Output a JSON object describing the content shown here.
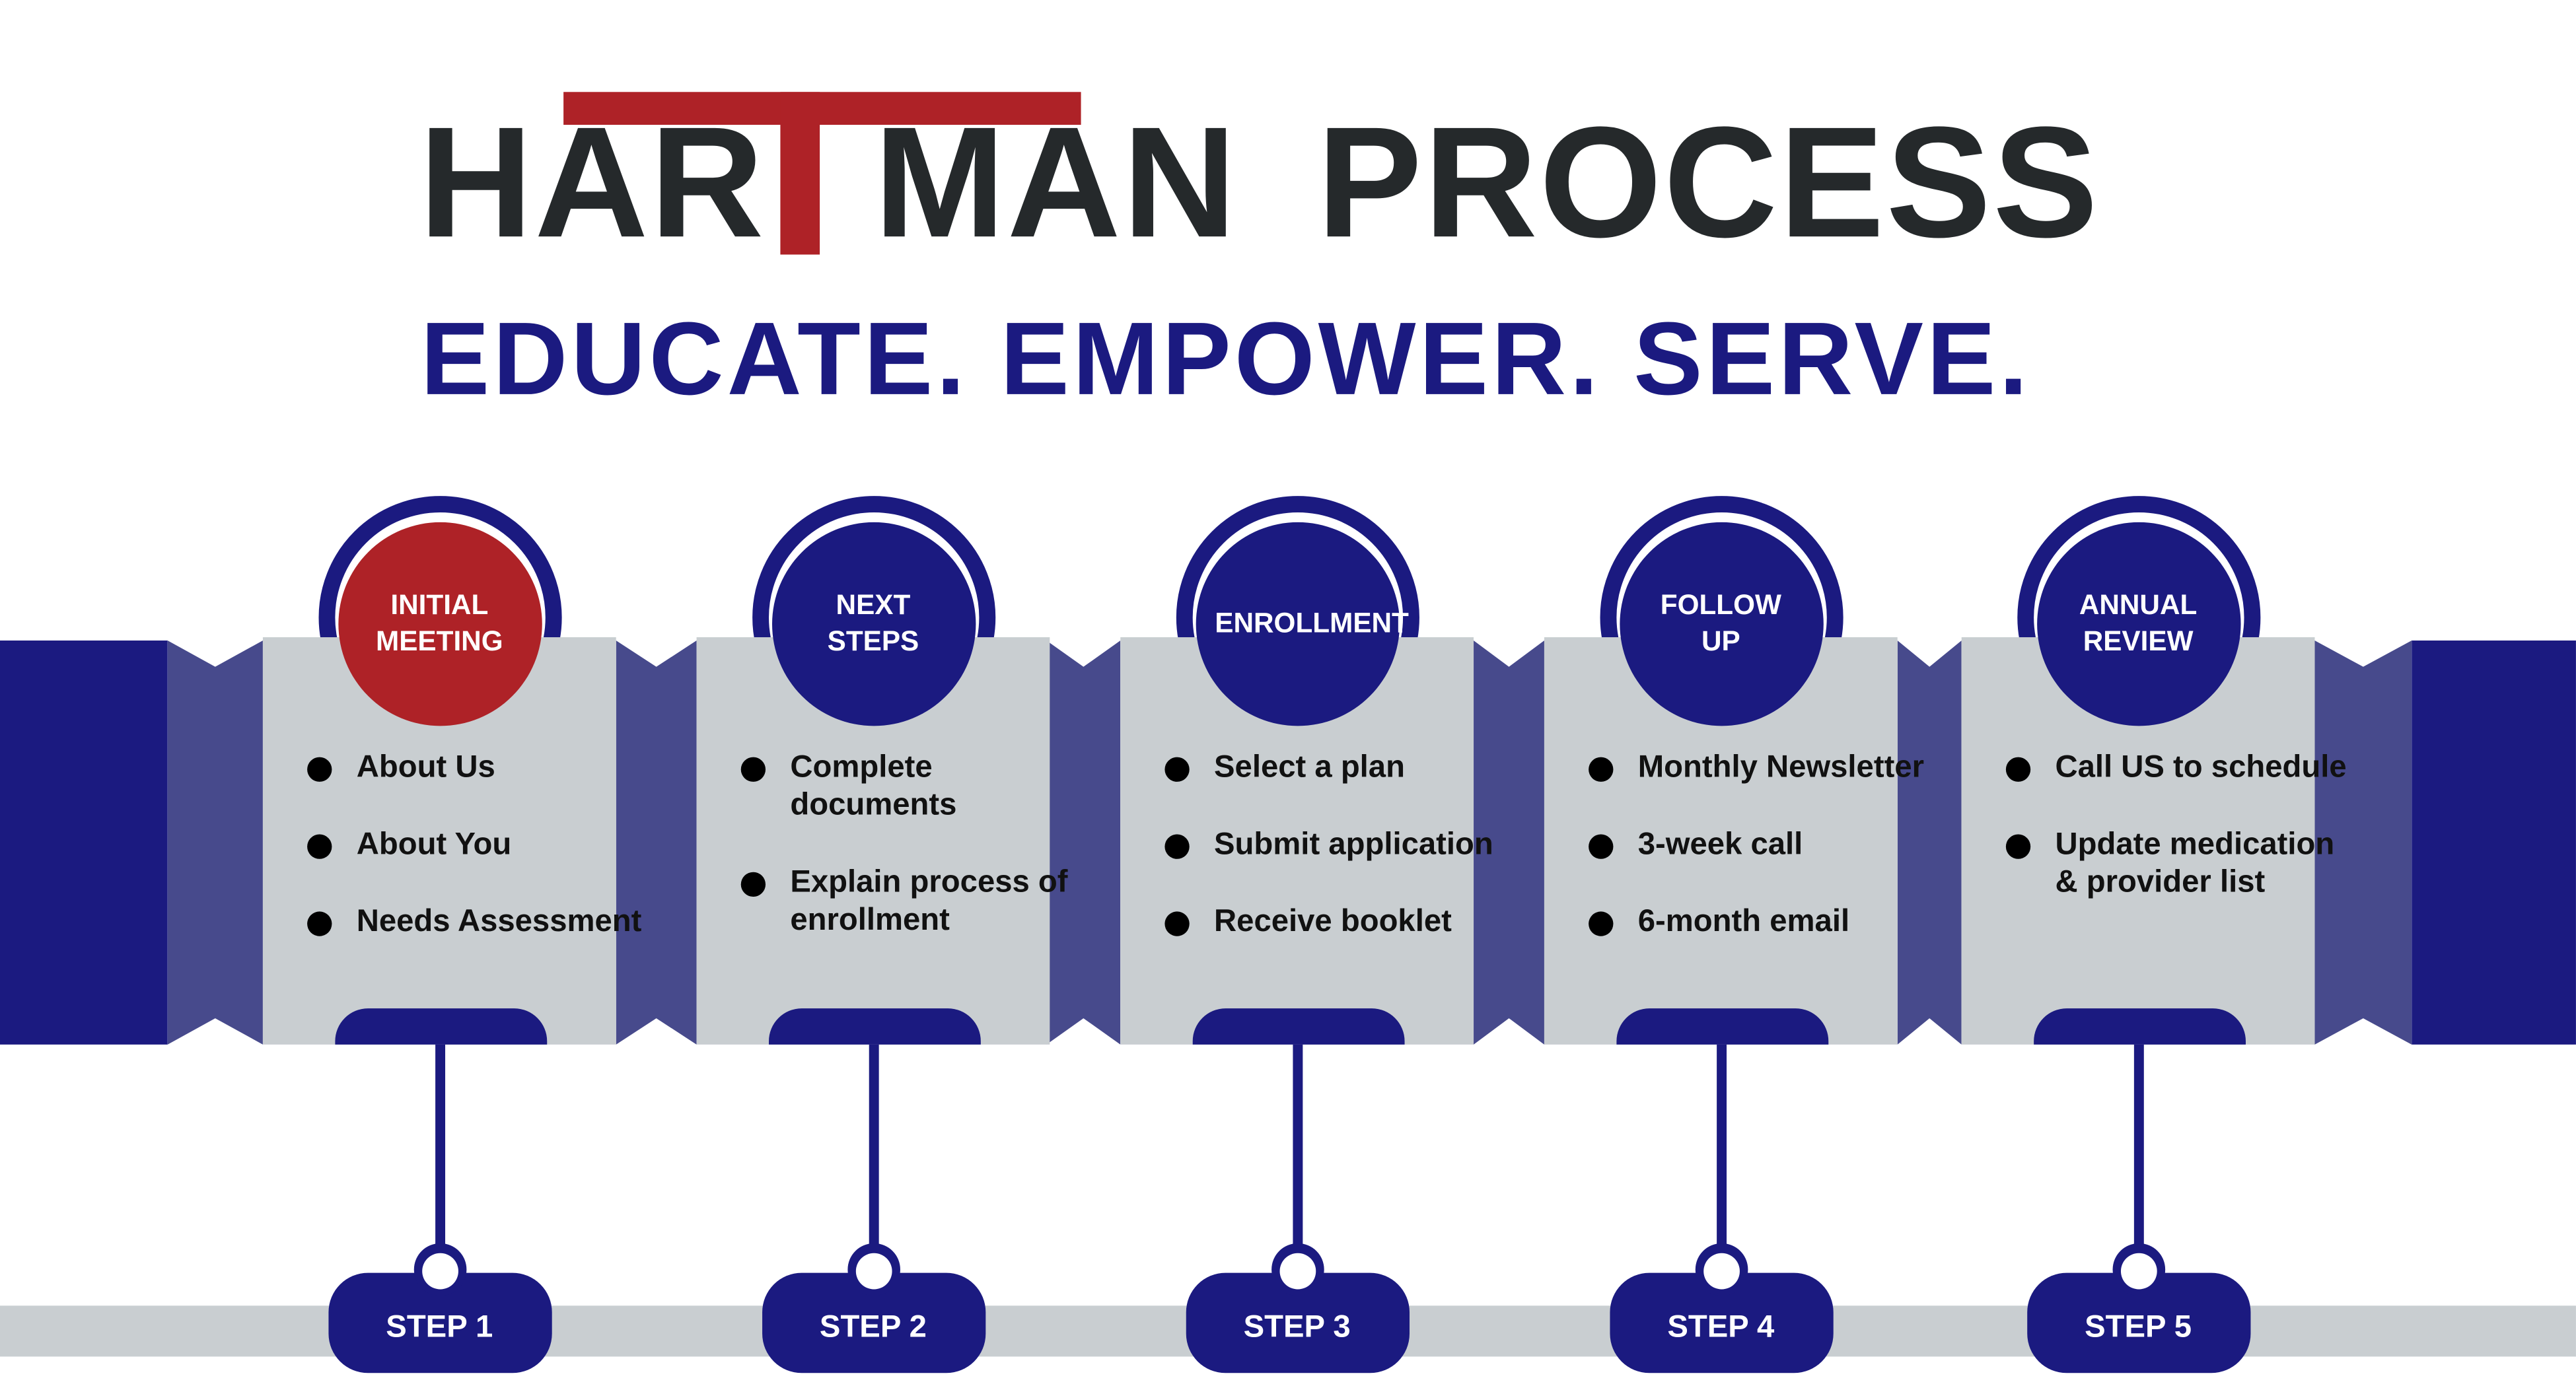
{
  "header": {
    "title_part1": "HAR",
    "title_part2": "MAN",
    "title_part3": "PROCESS",
    "logo_letter": "T",
    "tagline": "EDUCATE. EMPOWER. SERVE."
  },
  "colors": {
    "navy": "#1b1a80",
    "red": "#ae2227",
    "gray": "#c9ced1",
    "connector": "#474a8c"
  },
  "steps": [
    {
      "title": "INITIAL MEETING",
      "step_label": "STEP 1",
      "highlight": true,
      "items": [
        "About Us",
        "About You",
        "Needs Assessment"
      ]
    },
    {
      "title": "NEXT STEPS",
      "step_label": "STEP 2",
      "highlight": false,
      "items": [
        "Complete documents",
        "Explain process of enrollment"
      ]
    },
    {
      "title": "ENROLLMENT",
      "step_label": "STEP 3",
      "highlight": false,
      "items": [
        "Select a plan",
        "Submit application",
        "Receive booklet"
      ]
    },
    {
      "title": "FOLLOW UP",
      "step_label": "STEP 4",
      "highlight": false,
      "items": [
        "Monthly Newsletter",
        "3-week call",
        "6-month email"
      ]
    },
    {
      "title": "ANNUAL REVIEW",
      "step_label": "STEP 5",
      "highlight": false,
      "items": [
        "Call US to schedule",
        "Update medication & provider list"
      ]
    }
  ]
}
